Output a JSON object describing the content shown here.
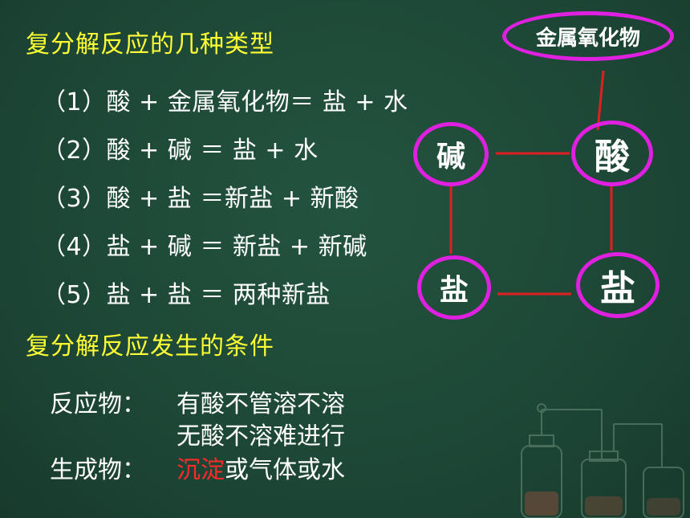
{
  "heading_types": "复分解反应的几种类型",
  "reactions": [
    "（1）酸 + 金属氧化物＝ 盐 + 水",
    "（2）酸 + 碱 ＝ 盐 + 水",
    "（3）酸 + 盐 ＝新盐 + 新酸",
    "（4）盐 + 碱 ＝ 新盐 + 新碱",
    "（5）盐 + 盐 ＝ 两种新盐"
  ],
  "heading_conditions": "复分解反应发生的条件",
  "conditions": {
    "reactant_label": "反应物：",
    "reactant_line1": "有酸不管溶不溶",
    "reactant_line2": "无酸不溶难进行",
    "product_label": "生成物：",
    "product_highlight": "沉淀",
    "product_rest": "或气体或水"
  },
  "diagram": {
    "metal_oxide": "金属氧化物",
    "base": "碱",
    "acid": "酸",
    "salt_left": "盐",
    "salt_right": "盐",
    "border_color": "#e020e0",
    "line_color": "#e02020"
  }
}
